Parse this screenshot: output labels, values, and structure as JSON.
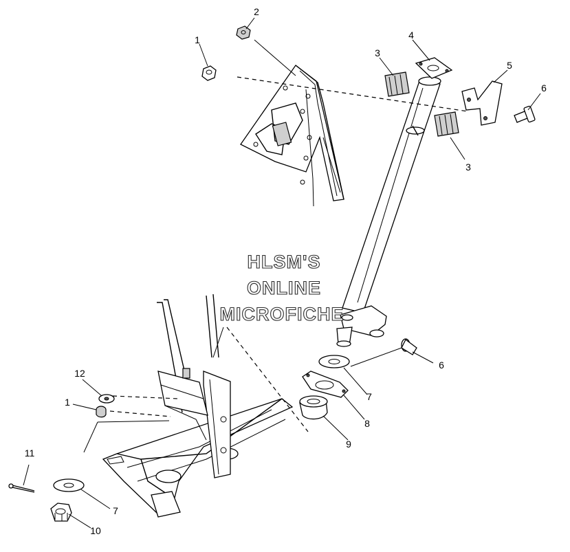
{
  "watermark": [
    "HLSM'S",
    "ONLINE",
    "MICROFICHE"
  ],
  "callouts": [
    {
      "id": "c1-top",
      "text": "1"
    },
    {
      "id": "c2",
      "text": "2"
    },
    {
      "id": "c4",
      "text": "4"
    },
    {
      "id": "c3-top",
      "text": "3"
    },
    {
      "id": "c5",
      "text": "5"
    },
    {
      "id": "c6-top",
      "text": "6"
    },
    {
      "id": "c3-bottom",
      "text": "3"
    },
    {
      "id": "c6-bottom",
      "text": "6"
    },
    {
      "id": "c7-right",
      "text": "7"
    },
    {
      "id": "c8",
      "text": "8"
    },
    {
      "id": "c9",
      "text": "9"
    },
    {
      "id": "c12",
      "text": "12"
    },
    {
      "id": "c1-bottom",
      "text": "1"
    },
    {
      "id": "c11",
      "text": "11"
    },
    {
      "id": "c7-left",
      "text": "7"
    },
    {
      "id": "c10",
      "text": "10"
    }
  ]
}
